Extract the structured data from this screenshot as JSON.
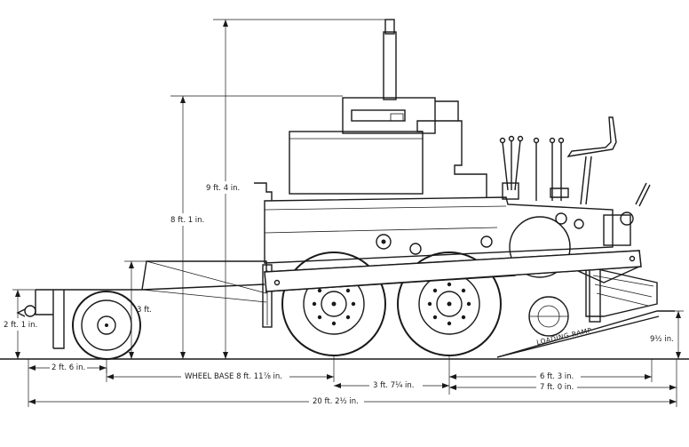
{
  "dimensions": {
    "overall_height": "9 ft. 4 in.",
    "body_height": "8 ft. 1 in.",
    "trailer_height": "3 ft.",
    "hitch_height": "2 ft. 1 in.",
    "ramp_height": "9½ in.",
    "hitch_to_trailer_wheel": "2 ft. 6 in.",
    "wheel_base": "WHEEL BASE 8 ft. 11⅞ in.",
    "rear_axle_spacing": "3 ft. 7¼ in.",
    "rear_to_screed": "6 ft. 3 in.",
    "rear_to_ramp": "7 ft. 0 in.",
    "overall_length": "20 ft. 2½ in."
  },
  "callouts": {
    "ramp": "LOADING RAMP"
  }
}
